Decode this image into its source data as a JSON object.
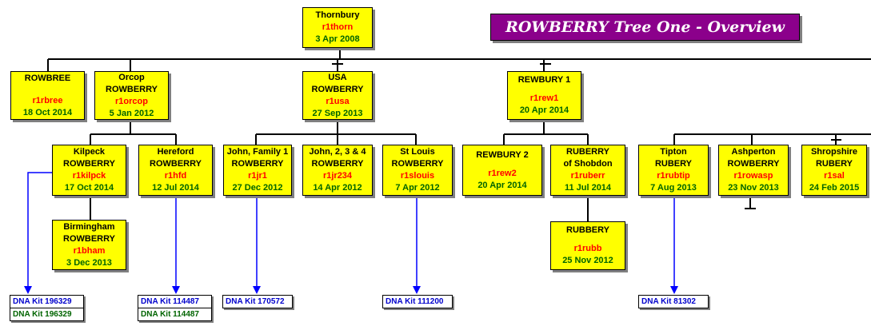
{
  "title": "ROWBERRY Tree One - Overview",
  "colors": {
    "node_fill": "#ffff00",
    "code_text": "#ff0000",
    "date_text": "#006400",
    "dna_link_line": "#0000ff",
    "dna_kit_text": "#0000cc",
    "banner_fill": "#8b008b"
  },
  "nodes": {
    "thornbury": {
      "name": "Thornbury",
      "code": "r1thorn",
      "date": "3 Apr 2008"
    },
    "rowbree": {
      "name": "ROWBREE",
      "code": "r1rbree",
      "date": "18 Oct 2014"
    },
    "orcop": {
      "name": "Orcop",
      "surname": "ROWBERRY",
      "code": "r1orcop",
      "date": "5 Jan 2012"
    },
    "usa": {
      "name": "USA",
      "surname": "ROWBERRY",
      "code": "r1usa",
      "date": "27 Sep 2013"
    },
    "rewbury1": {
      "name": "REWBURY 1",
      "code": "r1rew1",
      "date": "20 Apr 2014"
    },
    "kilpeck": {
      "name": "Kilpeck",
      "surname": "ROWBERRY",
      "code": "r1kilpck",
      "date": "17 Oct 2014"
    },
    "hereford": {
      "name": "Hereford",
      "surname": "ROWBERRY",
      "code": "r1hfd",
      "date": "12 Jul 2014"
    },
    "john1": {
      "name": "John, Family 1",
      "surname": "ROWBERRY",
      "code": "r1jr1",
      "date": "27 Dec 2012"
    },
    "john234": {
      "name": "John, 2, 3 & 4",
      "surname": "ROWBERRY",
      "code": "r1jr234",
      "date": "14 Apr 2012"
    },
    "stlouis": {
      "name": "St Louis",
      "surname": "ROWBERRY",
      "code": "r1slouis",
      "date": "7 Apr 2012"
    },
    "rewbury2": {
      "name": "REWBURY 2",
      "code": "r1rew2",
      "date": "20 Apr 2014"
    },
    "ruberr": {
      "name": "RUBERRY",
      "surname": "of Shobdon",
      "code": "r1ruberr",
      "date": "11 Jul 2014"
    },
    "tipton": {
      "name": "Tipton",
      "surname": "RUBERY",
      "code": "r1rubtip",
      "date": "7 Aug 2013"
    },
    "ashperton": {
      "name": "Ashperton",
      "surname": "ROWBERRY",
      "code": "r1rowasp",
      "date": "23 Nov 2013"
    },
    "shropshire": {
      "name": "Shropshire",
      "surname": "RUBERY",
      "code": "r1sal",
      "date": "24 Feb 2015"
    },
    "birmingham": {
      "name": "Birmingham",
      "surname": "ROWBERRY",
      "code": "r1bham",
      "date": "3 Dec 2013"
    },
    "rubbery": {
      "name": "RUBBERY",
      "code": "r1rubb",
      "date": "25 Nov 2012"
    }
  },
  "dna_kits": {
    "kilpeck": {
      "kit": "DNA Kit 196329",
      "kit2": "DNA Kit 196329"
    },
    "hereford": {
      "kit": "DNA Kit 114487",
      "kit2": "DNA Kit 114487"
    },
    "john1": {
      "kit": "DNA Kit 170572"
    },
    "stlouis": {
      "kit": "DNA Kit 111200"
    },
    "tipton": {
      "kit": "DNA Kit 81302"
    }
  }
}
